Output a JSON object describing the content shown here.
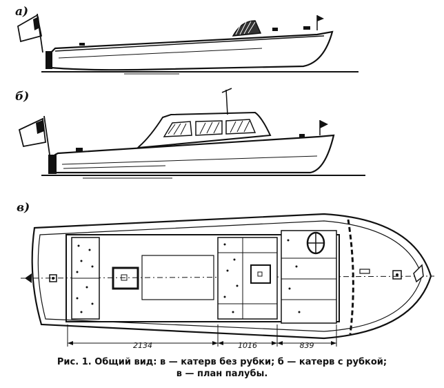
{
  "views": {
    "a_label": "а)",
    "b_label": "б)",
    "c_label": "в)"
  },
  "dimensions": [
    "2134",
    "1016",
    "839"
  ],
  "caption": {
    "line1": "Рис. 1. Общий вид: в — катерв без рубки; б — катерв с рубкой;",
    "line2": "в — план палубы."
  }
}
